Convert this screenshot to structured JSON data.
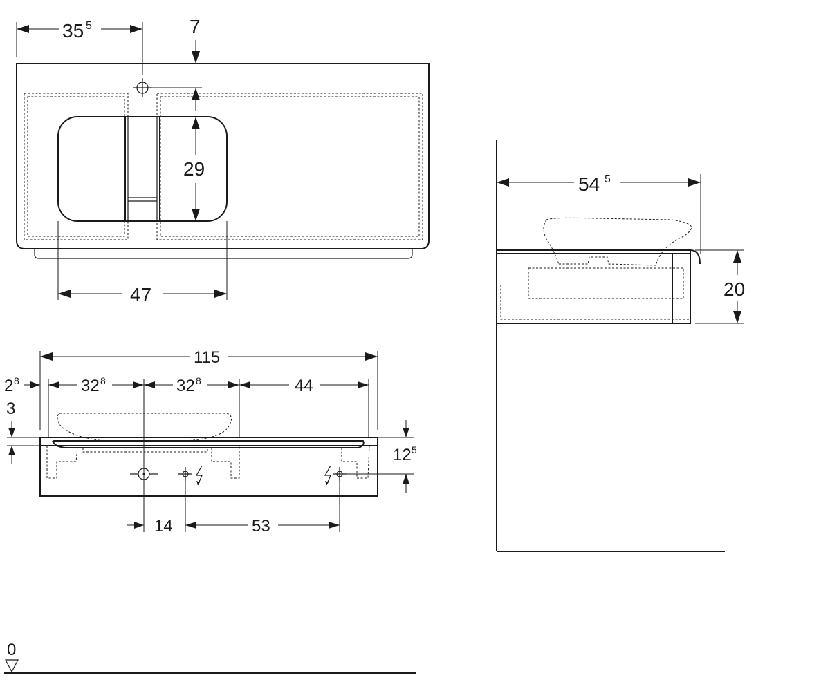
{
  "dimensions": {
    "top_left_offset": {
      "main": "35",
      "sup": "5"
    },
    "top_edge": {
      "main": "7"
    },
    "bowl_depth": {
      "main": "29"
    },
    "bowl_width": {
      "main": "47"
    },
    "side_depth": {
      "main": "54",
      "sup": "5"
    },
    "side_height": {
      "main": "20"
    },
    "total_width": {
      "main": "115"
    },
    "left_margin": {
      "main": "2",
      "sup": "8"
    },
    "left_half": {
      "main": "32",
      "sup": "8"
    },
    "right_half": {
      "main": "32",
      "sup": "8"
    },
    "right_section": {
      "main": "44"
    },
    "top_thickness": {
      "main": "3"
    },
    "outlet_height": {
      "main": "12",
      "sup": "5"
    },
    "outlet_offset": {
      "main": "14"
    },
    "socket_distance": {
      "main": "53"
    },
    "floor_level": {
      "main": "0"
    }
  },
  "icons": {
    "electrical": "lightning-bolt-icon",
    "drain": "crosshair-circle-icon",
    "floor": "level-triangle-icon"
  }
}
